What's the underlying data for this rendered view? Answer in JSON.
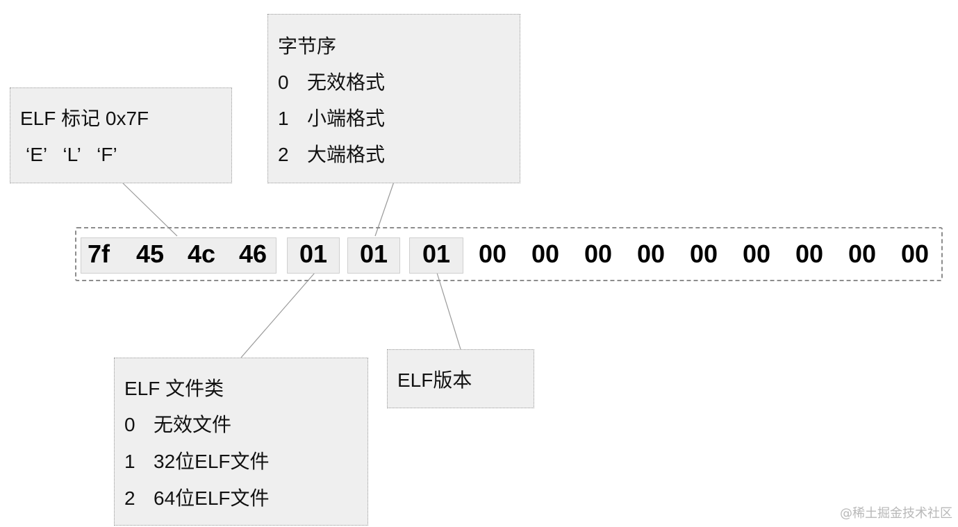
{
  "ident_box": {
    "title": "ELF 标记 0x7F",
    "letters": "‘E’   ‘L’   ‘F’"
  },
  "order_box": {
    "title": "字节序",
    "rows": [
      {
        "num": "0",
        "text": "无效格式"
      },
      {
        "num": "1",
        "text": "小端格式"
      },
      {
        "num": "2",
        "text": "大端格式"
      }
    ]
  },
  "class_box": {
    "title": "ELF 文件类",
    "rows": [
      {
        "num": "0",
        "text": "无效文件"
      },
      {
        "num": "1",
        "text": "32位ELF文件"
      },
      {
        "num": "2",
        "text": "64位ELF文件"
      }
    ]
  },
  "version_box": {
    "title": "ELF版本"
  },
  "bytes": [
    "7f",
    "45",
    "4c",
    "46",
    "01",
    "01",
    "01",
    "00",
    "00",
    "00",
    "00",
    "00",
    "00",
    "00",
    "00",
    "00"
  ],
  "watermark": "@稀土掘金技术社区"
}
